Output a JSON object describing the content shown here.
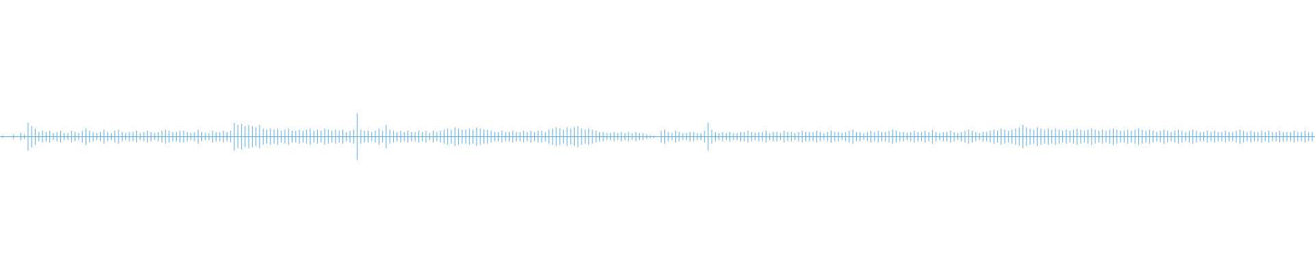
{
  "waveform": {
    "color": "#5aa9e6",
    "peaks": [
      0.01,
      0.0,
      0.0,
      0.02,
      0.0,
      0.03,
      0.02,
      0.12,
      0.09,
      0.07,
      0.04,
      0.05,
      0.04,
      0.05,
      0.03,
      0.04,
      0.05,
      0.03,
      0.03,
      0.05,
      0.04,
      0.03,
      0.05,
      0.07,
      0.05,
      0.04,
      0.03,
      0.04,
      0.06,
      0.04,
      0.03,
      0.05,
      0.06,
      0.04,
      0.03,
      0.04,
      0.04,
      0.05,
      0.03,
      0.04,
      0.05,
      0.04,
      0.03,
      0.04,
      0.05,
      0.06,
      0.05,
      0.04,
      0.04,
      0.05,
      0.05,
      0.04,
      0.03,
      0.04,
      0.06,
      0.04,
      0.03,
      0.03,
      0.05,
      0.04,
      0.04,
      0.05,
      0.04,
      0.05,
      0.12,
      0.1,
      0.11,
      0.09,
      0.1,
      0.09,
      0.08,
      0.1,
      0.07,
      0.06,
      0.07,
      0.06,
      0.07,
      0.05,
      0.06,
      0.07,
      0.05,
      0.05,
      0.06,
      0.05,
      0.06,
      0.07,
      0.05,
      0.06,
      0.05,
      0.07,
      0.06,
      0.05,
      0.06,
      0.05,
      0.06,
      0.04,
      0.05,
      0.06,
      0.2,
      0.06,
      0.05,
      0.05,
      0.04,
      0.05,
      0.07,
      0.05,
      0.1,
      0.06,
      0.05,
      0.04,
      0.05,
      0.04,
      0.05,
      0.04,
      0.04,
      0.05,
      0.04,
      0.05,
      0.03,
      0.05,
      0.04,
      0.05,
      0.06,
      0.07,
      0.06,
      0.08,
      0.07,
      0.06,
      0.06,
      0.07,
      0.06,
      0.08,
      0.07,
      0.06,
      0.06,
      0.05,
      0.04,
      0.04,
      0.05,
      0.04,
      0.04,
      0.05,
      0.04,
      0.04,
      0.05,
      0.04,
      0.05,
      0.04,
      0.05,
      0.05,
      0.04,
      0.06,
      0.07,
      0.08,
      0.07,
      0.06,
      0.08,
      0.07,
      0.08,
      0.09,
      0.07,
      0.06,
      0.07,
      0.06,
      0.05,
      0.04,
      0.04,
      0.03,
      0.03,
      0.04,
      0.03,
      0.04,
      0.03,
      0.04,
      0.03,
      0.04,
      0.03,
      0.03,
      0.02,
      0.01,
      0.01,
      0.0,
      0.05,
      0.06,
      0.04,
      0.03,
      0.05,
      0.04,
      0.03,
      0.03,
      0.04,
      0.04,
      0.03,
      0.03,
      0.05,
      0.12,
      0.06,
      0.04,
      0.03,
      0.04,
      0.03,
      0.04,
      0.03,
      0.03,
      0.04,
      0.04,
      0.05,
      0.04,
      0.03,
      0.04,
      0.04,
      0.05,
      0.03,
      0.04,
      0.04,
      0.03,
      0.05,
      0.04,
      0.04,
      0.03,
      0.04,
      0.05,
      0.04,
      0.04,
      0.04,
      0.05,
      0.04,
      0.03,
      0.04,
      0.05,
      0.04,
      0.04,
      0.03,
      0.04,
      0.05,
      0.06,
      0.04,
      0.04,
      0.03,
      0.04,
      0.05,
      0.04,
      0.05,
      0.04,
      0.04,
      0.05,
      0.06,
      0.05,
      0.04,
      0.04,
      0.03,
      0.04,
      0.05,
      0.04,
      0.04,
      0.05,
      0.04,
      0.06,
      0.04,
      0.03,
      0.04,
      0.04,
      0.05,
      0.04,
      0.03,
      0.04,
      0.05,
      0.06,
      0.05,
      0.04,
      0.03,
      0.04,
      0.04,
      0.05,
      0.06,
      0.05,
      0.07,
      0.06,
      0.05,
      0.06,
      0.07,
      0.08,
      0.1,
      0.08,
      0.07,
      0.06,
      0.08,
      0.07,
      0.06,
      0.07,
      0.06,
      0.07,
      0.06,
      0.05,
      0.06,
      0.05,
      0.06,
      0.07,
      0.06,
      0.05,
      0.06,
      0.07,
      0.06,
      0.05,
      0.06,
      0.05,
      0.06,
      0.07,
      0.06,
      0.05,
      0.05,
      0.06,
      0.05,
      0.06,
      0.07,
      0.06,
      0.05,
      0.06,
      0.05,
      0.04,
      0.05,
      0.06,
      0.05,
      0.04,
      0.05,
      0.06,
      0.05,
      0.04,
      0.05,
      0.06,
      0.05,
      0.04,
      0.04,
      0.05,
      0.04,
      0.05,
      0.04,
      0.04,
      0.05,
      0.04,
      0.04,
      0.05,
      0.06,
      0.05,
      0.04,
      0.05,
      0.04,
      0.04,
      0.05,
      0.04,
      0.05,
      0.04,
      0.04,
      0.05,
      0.04,
      0.04,
      0.04,
      0.05,
      0.04,
      0.04,
      0.05,
      0.04,
      0.04
    ]
  }
}
